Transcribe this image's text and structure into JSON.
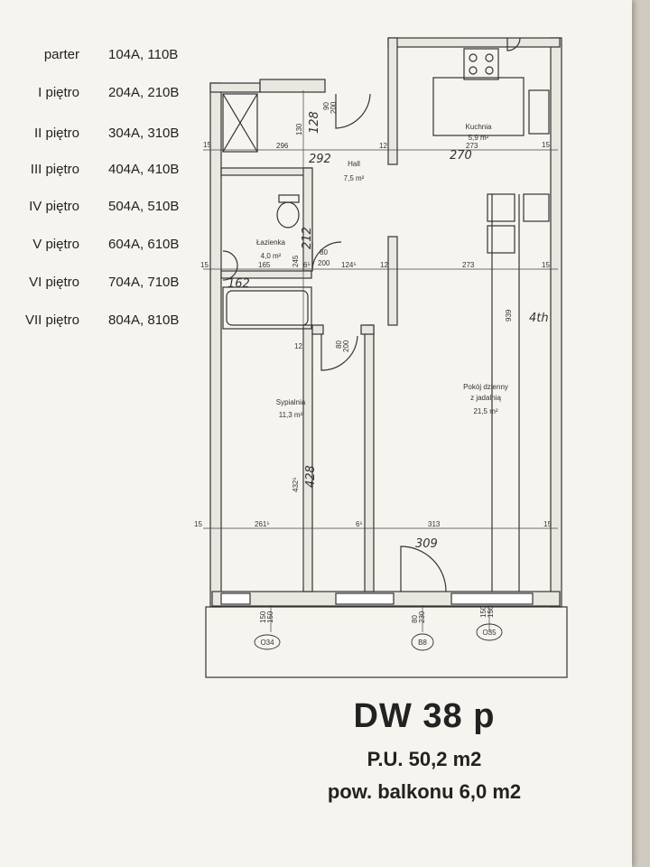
{
  "floors": [
    {
      "name": "parter",
      "units": "104A, 110B"
    },
    {
      "name": "I piętro",
      "units": "204A, 210B"
    },
    {
      "name": "II piętro",
      "units": "304A, 310B"
    },
    {
      "name": "III piętro",
      "units": "404A, 410B"
    },
    {
      "name": "IV piętro",
      "units": "504A, 510B"
    },
    {
      "name": "V piętro",
      "units": "604A, 610B"
    },
    {
      "name": "VI piętro",
      "units": "704A, 710B"
    },
    {
      "name": "VII piętro",
      "units": "804A, 810B"
    }
  ],
  "rooms": {
    "kitchen": {
      "name": "Kuchnia",
      "area": "5,9 m²"
    },
    "hall": {
      "name": "Hall",
      "area": "7,5 m²"
    },
    "bathroom": {
      "name": "Łazienka",
      "area": "4,0 m²"
    },
    "bedroom": {
      "name": "Sypialnia",
      "area": "11,3 m²"
    },
    "living_line1": "Pokój dzienny",
    "living_line2": "z jadalnią",
    "living_area": "21,5 m²"
  },
  "dimensions": {
    "d296": "296",
    "d273a": "273",
    "d273b": "273",
    "d165": "165",
    "d124": "124⁵",
    "d261": "261⁵",
    "d313": "313",
    "d15a": "15",
    "d15b": "15",
    "d15c": "15",
    "d15d": "15",
    "d15e": "15",
    "d15f": "15",
    "d12a": "12",
    "d12b": "12",
    "d12c": "12",
    "d6a": "6⁵",
    "d6b": "6⁵",
    "d939": "939",
    "d432": "432⁵",
    "d90": "90",
    "d200a": "200",
    "d80a": "80",
    "d200b": "200",
    "d80b": "80",
    "d200c": "200",
    "d130": "130",
    "d245": "245",
    "d150a": "150",
    "d150b": "150",
    "d80c": "80",
    "d230": "230",
    "d150c": "150",
    "d150d": "150"
  },
  "markers": {
    "m1": "O34",
    "m2": "B8",
    "m3": "O35"
  },
  "handwritten": {
    "h292": "292",
    "h270": "270",
    "h128": "128",
    "h212": "212",
    "h162": "162",
    "h428": "428",
    "h309": "309",
    "h4th": "4th"
  },
  "title": {
    "code": "DW 38 p",
    "usable_area": "P.U. 50,2 m2",
    "balcony_area": "pow. balkonu 6,0 m2"
  }
}
